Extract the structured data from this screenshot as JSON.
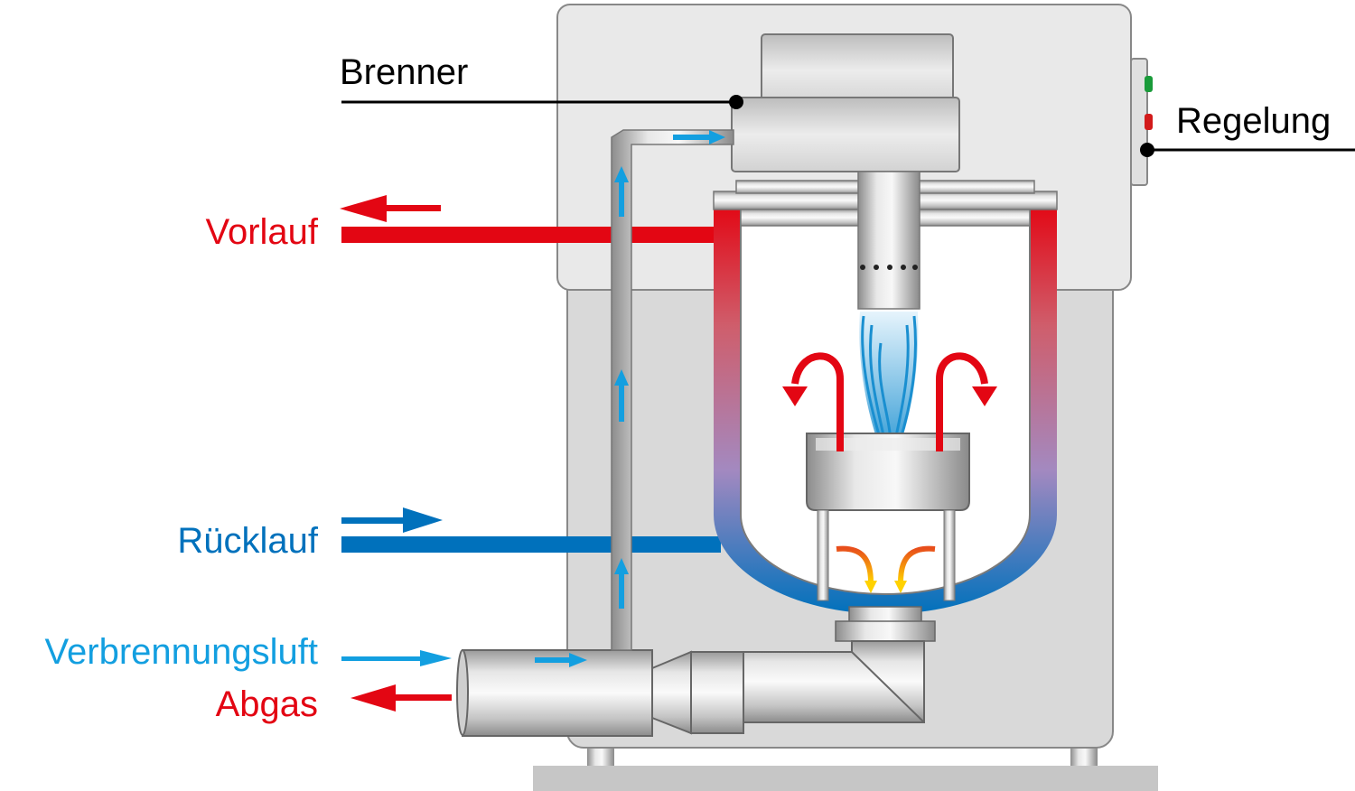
{
  "labels": {
    "brenner": "Brenner",
    "regelung": "Regelung",
    "vorlauf": "Vorlauf",
    "ruecklauf": "Rücklauf",
    "verbrennungsluft": "Verbrennungsluft",
    "abgas": "Abgas"
  },
  "colors": {
    "hot": "#e30613",
    "cold": "#0071bc",
    "air": "#139fe0",
    "casing_upper": "#e9e9e9",
    "casing_lower": "#d9d9d9",
    "floor": "#c6c6c6"
  },
  "icons": {
    "flame": "blue-flame-icon",
    "exhaust_flow": "orange-curved-arrows-icon",
    "heat_flow": "red-curved-arrows-icon"
  }
}
